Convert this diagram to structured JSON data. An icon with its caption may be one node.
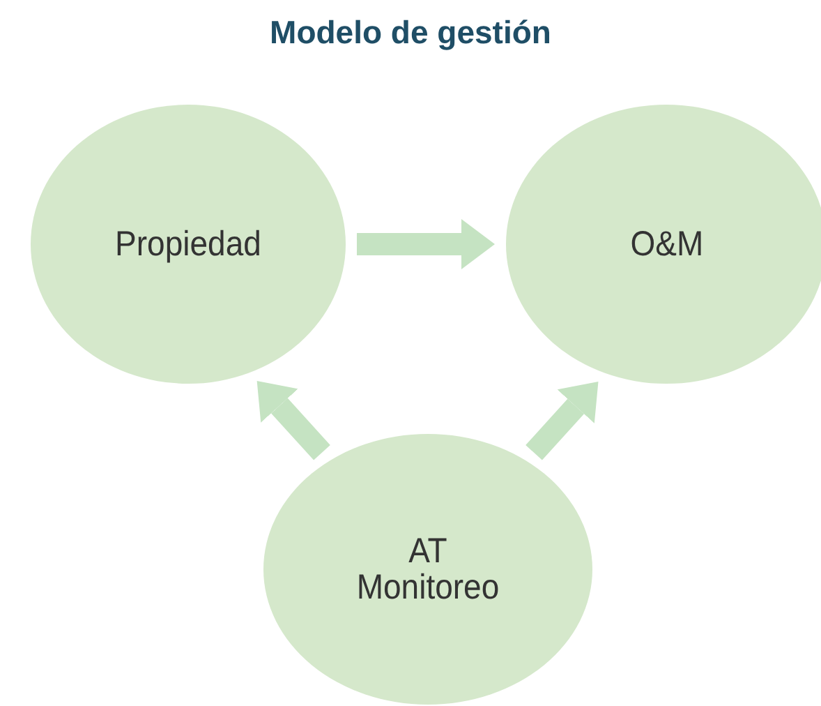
{
  "diagram": {
    "title": "Modelo de gestión",
    "nodes": [
      {
        "text": [
          "Propiedad"
        ]
      },
      {
        "text": [
          "O&M"
        ]
      },
      {
        "text": [
          "AT Monitoreo"
        ]
      }
    ],
    "edges": [
      {
        "from": 0,
        "to": 1,
        "arrow": "to"
      },
      {
        "from": 2,
        "to": 0,
        "arrow": "to"
      },
      {
        "from": 2,
        "to": 1,
        "arrow": "to"
      }
    ]
  }
}
